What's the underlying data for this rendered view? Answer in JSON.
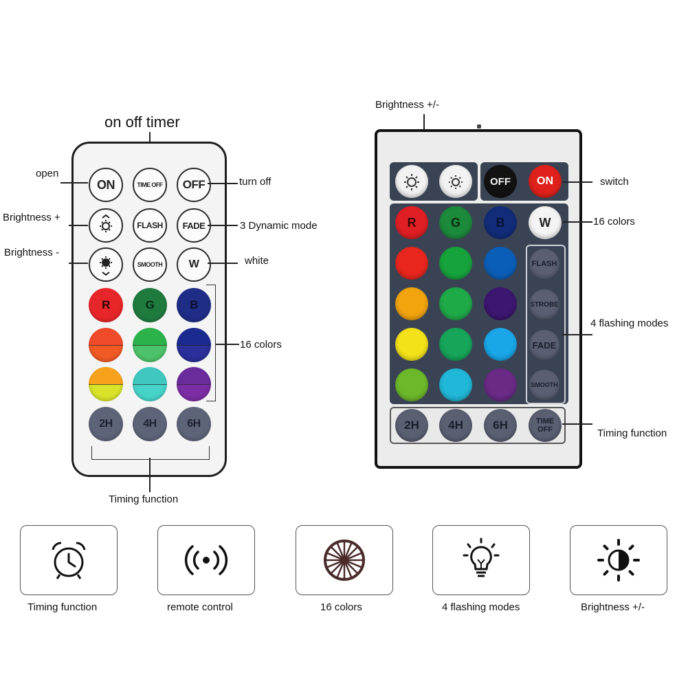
{
  "left_remote": {
    "title": "on off timer",
    "callouts": {
      "open": "open",
      "brightness_up": "Brightness +",
      "brightness_down": "Brightness -",
      "turn_off": "turn off",
      "dynamic_mode": "3 Dynamic mode",
      "white": "white",
      "colors": "16 colors",
      "timing": "Timing function"
    },
    "buttons": {
      "on": "ON",
      "time_off": "TIME OFF",
      "off": "OFF",
      "flash": "FLASH",
      "fade": "FADE",
      "smooth": "SMOOTH",
      "w": "W",
      "r": "R",
      "g": "G",
      "b": "B",
      "t2h": "2H",
      "t4h": "4H",
      "t6h": "6H"
    }
  },
  "right_remote": {
    "callouts": {
      "brightness": "Brightness +/-",
      "switch": "switch",
      "colors": "16 colors",
      "flashing": "4 flashing modes",
      "timing": "Timing function"
    },
    "buttons": {
      "off": "OFF",
      "on": "ON",
      "r": "R",
      "g": "G",
      "b": "B",
      "w": "W",
      "flash": "FLASH",
      "strobe": "STROBE",
      "fade": "FADE",
      "smooth": "SMOOTH",
      "t2h": "2H",
      "t4h": "4H",
      "t6h": "6H",
      "time": "TIME",
      "time_off": "OFF"
    }
  },
  "features": [
    {
      "label": "Timing function",
      "icon": "alarm-clock-icon"
    },
    {
      "label": "remote control",
      "icon": "remote-signal-icon"
    },
    {
      "label": "16 colors",
      "icon": "color-wheel-icon"
    },
    {
      "label": "4 flashing modes",
      "icon": "light-bulb-icon"
    },
    {
      "label": "Brightness +/-",
      "icon": "brightness-icon"
    }
  ]
}
